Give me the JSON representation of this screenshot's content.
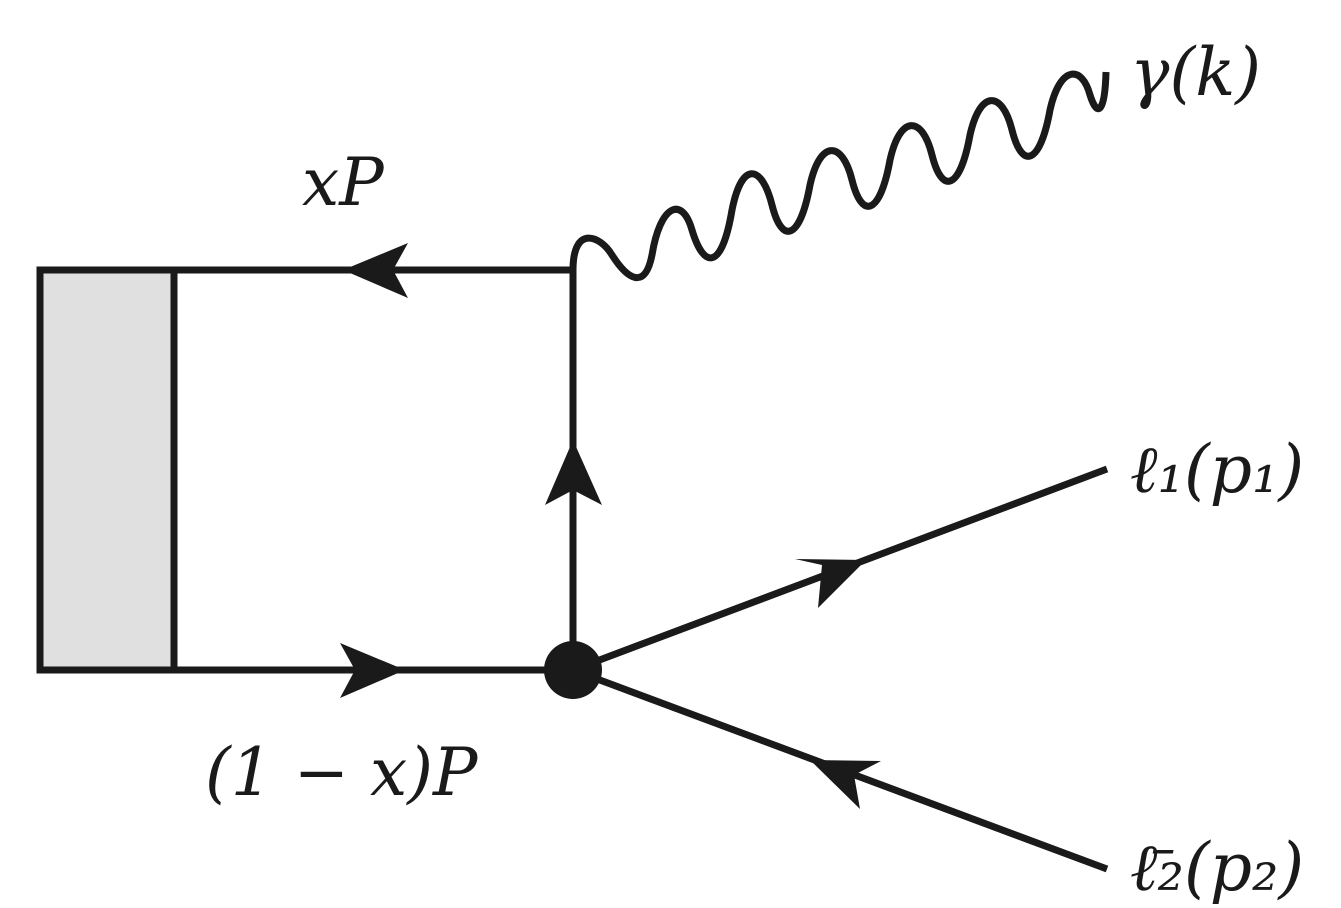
{
  "diagram": {
    "labels": {
      "incoming_momentum": "xP",
      "outgoing_momentum": "(1 − x)P",
      "photon": "γ(k)",
      "lepton": "ℓ₁(p₁)",
      "antilepton": "ℓ̄₂(p₂)"
    },
    "colors": {
      "stroke": "#1a1a1a",
      "blob_fill": "#e0e0e0"
    }
  }
}
